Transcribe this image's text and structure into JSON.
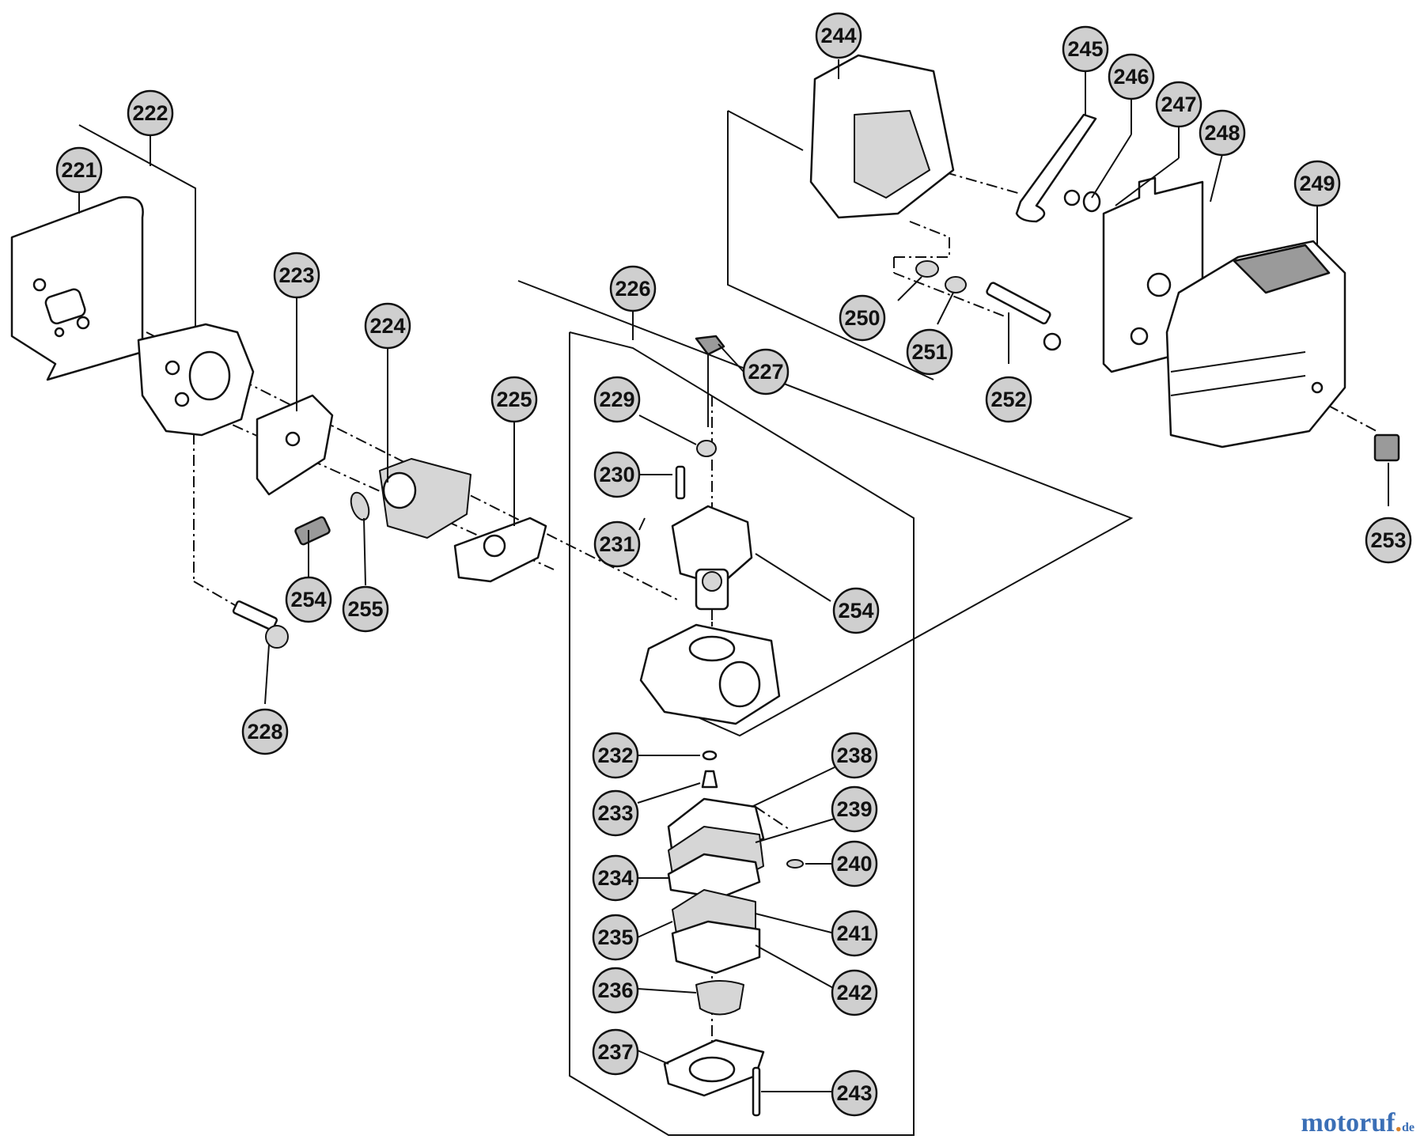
{
  "parts": [
    "221",
    "222",
    "223",
    "224",
    "225",
    "226",
    "227",
    "228",
    "229",
    "230",
    "231",
    "232",
    "233",
    "234",
    "235",
    "236",
    "237",
    "238",
    "239",
    "240",
    "241",
    "242",
    "243",
    "244",
    "245",
    "246",
    "247",
    "248",
    "249",
    "250",
    "251",
    "252",
    "253",
    "254",
    "254b",
    "255"
  ],
  "labels": {
    "221": "221",
    "222": "222",
    "223": "223",
    "224": "224",
    "225": "225",
    "226": "226",
    "227": "227",
    "228": "228",
    "229": "229",
    "230": "230",
    "231": "231",
    "232": "232",
    "233": "233",
    "234": "234",
    "235": "235",
    "236": "236",
    "237": "237",
    "238": "238",
    "239": "239",
    "240": "240",
    "241": "241",
    "242": "242",
    "243": "243",
    "244": "244",
    "245": "245",
    "246": "246",
    "247": "247",
    "248": "248",
    "249": "249",
    "250": "250",
    "251": "251",
    "252": "252",
    "253": "253",
    "254": "254",
    "254b": "254",
    "255": "255"
  },
  "watermark": {
    "main": "motoruf",
    "dot": ".",
    "tld": "de"
  },
  "colors": {
    "callout_fill": "#cfcfcf",
    "ink": "#111111",
    "watermark_blue": "#3b6fb6",
    "watermark_orange": "#d9822b"
  }
}
